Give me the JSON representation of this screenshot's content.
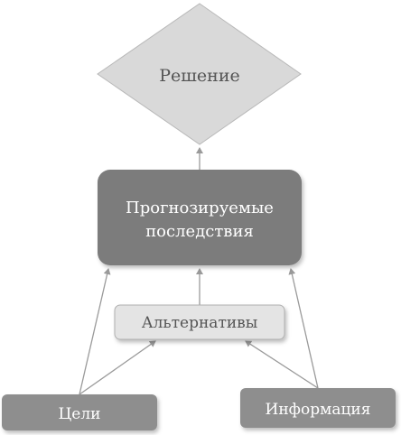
{
  "nodes": {
    "decision": {
      "label": "Решение"
    },
    "consequences": {
      "line1": "Прогнозируемые",
      "line2": "последствия"
    },
    "alternatives": {
      "label": "Альтернативы"
    },
    "goals": {
      "label": "Цели"
    },
    "information": {
      "label": "Информация"
    }
  },
  "colors": {
    "diamond_fill": "#d9d9d9",
    "diamond_stroke": "#b8b8b8",
    "dark_fill": "#7b7b7b",
    "light_fill": "#e4e4e4",
    "mid_fill": "#8e8e8e",
    "arrow": "#9a9a9a",
    "text_dark": "#555555",
    "text_light": "#ffffff"
  }
}
